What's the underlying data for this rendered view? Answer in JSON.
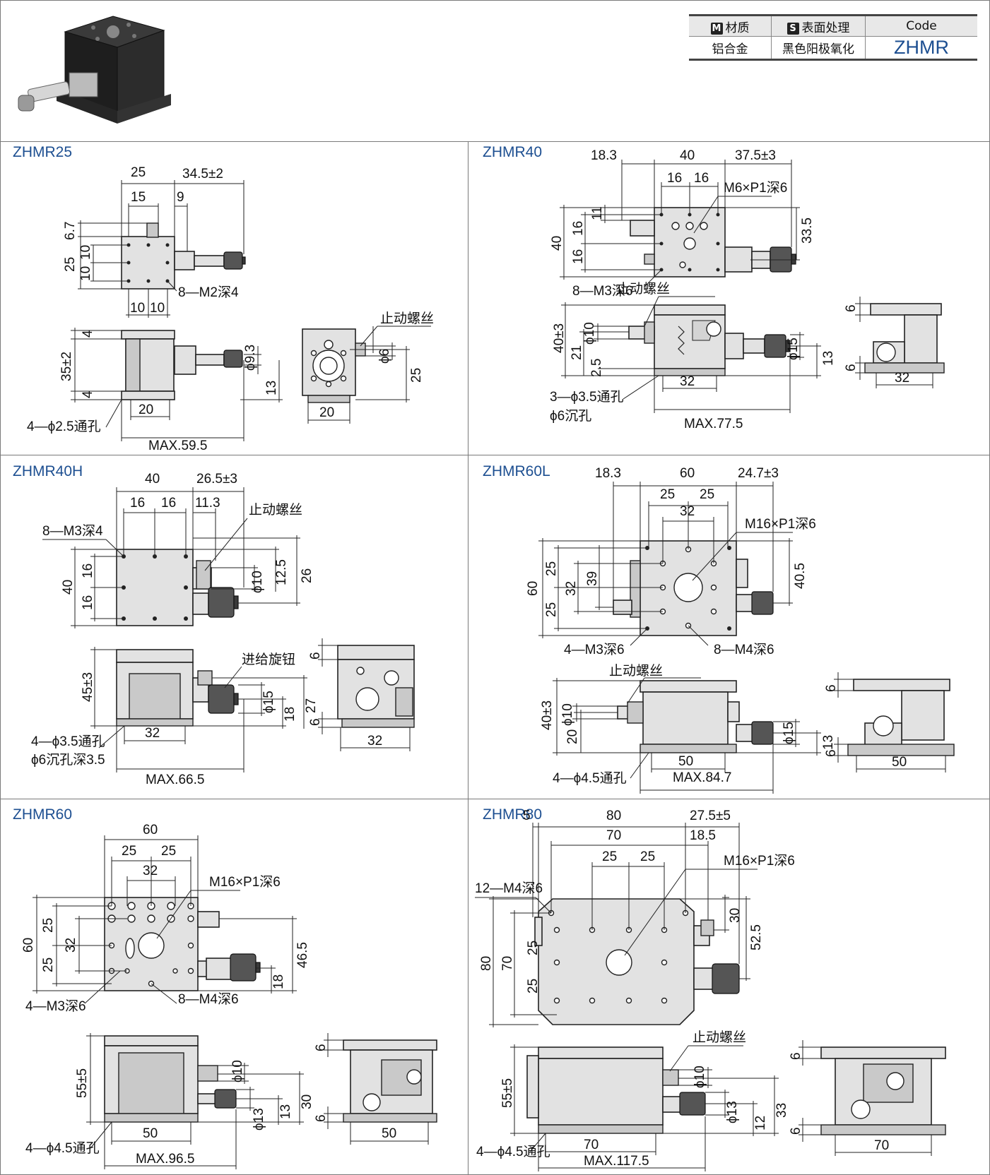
{
  "spec_table": {
    "headers": {
      "material_badge": "M",
      "material": "材质",
      "surface_badge": "S",
      "surface": "表面处理",
      "code": "Code"
    },
    "values": {
      "material": "铝合金",
      "surface": "黑色阳极氧化",
      "code": "ZHMR"
    }
  },
  "sections": {
    "zhmr25": {
      "title": "ZHMR25",
      "top": {
        "w": "25",
        "m": "34.5±2",
        "w15": "15",
        "w9": "9",
        "h67": "6.7",
        "h25": "25",
        "h10a": "10",
        "h10b": "10",
        "b10a": "10",
        "b10b": "10",
        "holes": "8—M2深4"
      },
      "side": {
        "h4a": "4",
        "h35": "35±2",
        "h4b": "4",
        "d93": "ϕ9.3",
        "h13": "13",
        "w20": "20",
        "holes": "4—ϕ2.5通孔",
        "max": "MAX.59.5"
      },
      "end": {
        "lock": "止动螺丝",
        "d6": "ϕ6",
        "h25": "25",
        "w20": "20"
      }
    },
    "zhmr40": {
      "title": "ZHMR40",
      "top": {
        "a": "18.3",
        "w": "40",
        "m": "37.5±3",
        "b1": "16",
        "b2": "16",
        "thread": "M6×P1深6",
        "h11": "11",
        "h16a": "16",
        "h40": "40",
        "h16b": "16",
        "h335": "33.5",
        "holes": "8—M3深6"
      },
      "side": {
        "lock": "止动螺丝",
        "h40": "40±3",
        "d10": "ϕ10",
        "h21": "21",
        "h25": "2.5",
        "d15": "ϕ15",
        "h13": "13",
        "w32": "32",
        "holes1": "3—ϕ3.5通孔",
        "holes2": "ϕ6沉孔",
        "max": "MAX.77.5"
      },
      "end": {
        "h6a": "6",
        "h6b": "6",
        "w32": "32"
      }
    },
    "zhmr40h": {
      "title": "ZHMR40H",
      "top": {
        "w": "40",
        "m": "26.5±3",
        "b1": "16",
        "b2": "16",
        "a": "11.3",
        "holes": "8—M3深4",
        "lock": "止动螺丝",
        "h16a": "16",
        "h40": "40",
        "h16b": "16",
        "d10": "ϕ10",
        "h125": "12.5",
        "h26": "26"
      },
      "side": {
        "knob": "进给旋钮",
        "h45": "45±3",
        "d15": "ϕ15",
        "h18": "18",
        "h27": "27",
        "w32": "32",
        "holes1": "4—ϕ3.5通孔",
        "holes2": "ϕ6沉孔深3.5",
        "max": "MAX.66.5"
      },
      "end": {
        "h6a": "6",
        "h6b": "6",
        "w32": "32"
      }
    },
    "zhmr60l": {
      "title": "ZHMR60L",
      "top": {
        "a": "18.3",
        "w": "60",
        "m": "24.7±3",
        "b1": "25",
        "b2": "25",
        "b3": "32",
        "thread": "M16×P1深6",
        "h60": "60",
        "h25a": "25",
        "h32": "32",
        "h39": "39",
        "h25b": "25",
        "h405": "40.5",
        "holes1": "4—M3深6",
        "holes2": "8—M4深6"
      },
      "side": {
        "lock": "止动螺丝",
        "h40": "40±3",
        "d10": "ϕ10",
        "h20": "20",
        "d15": "ϕ15",
        "h13": "13",
        "w50": "50",
        "holes": "4—ϕ4.5通孔",
        "max": "MAX.84.7"
      },
      "end": {
        "h6a": "6",
        "h6b": "6",
        "w50": "50"
      }
    },
    "zhmr60": {
      "title": "ZHMR60",
      "top": {
        "w": "60",
        "b1": "25",
        "b2": "25",
        "b3": "32",
        "thread": "M16×P1深6",
        "h60": "60",
        "h25a": "25",
        "h32": "32",
        "h25b": "25",
        "h465": "46.5",
        "h18": "18",
        "holes1": "4—M3深6",
        "holes2": "8—M4深6"
      },
      "side": {
        "h55": "55±5",
        "d10": "ϕ10",
        "d13": "ϕ13",
        "h13": "13",
        "h30": "30",
        "w50": "50",
        "holes": "4—ϕ4.5通孔",
        "max": "MAX.96.5"
      },
      "end": {
        "h6a": "6",
        "h6b": "6",
        "w50": "50"
      }
    },
    "zhmr80": {
      "title": "ZHMR80",
      "top": {
        "a": "5",
        "w": "80",
        "m": "27.5±5",
        "w70": "70",
        "a2": "18.5",
        "thread": "M16×P1深6",
        "holes": "12—M4深6",
        "b1": "25",
        "b2": "25",
        "h80": "80",
        "h70": "70",
        "h25a": "25",
        "h25b": "25",
        "h30": "30",
        "h525": "52.5"
      },
      "side": {
        "lock": "止动螺丝",
        "h55": "55±5",
        "d10": "ϕ10",
        "d13": "ϕ13",
        "h12": "12",
        "h33": "33",
        "w70": "70",
        "holes": "4—ϕ4.5通孔",
        "max": "MAX.117.5"
      },
      "end": {
        "h6a": "6",
        "h6b": "6",
        "w70": "70"
      }
    }
  }
}
